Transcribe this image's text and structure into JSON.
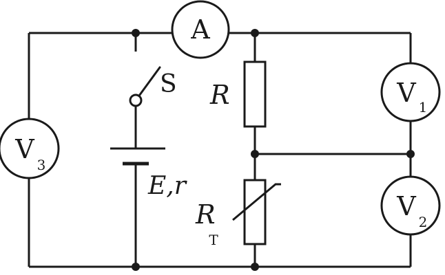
{
  "labels": {
    "ammeter": "A",
    "voltmeter_letter": "V",
    "v1_sub": "1",
    "v2_sub": "2",
    "v3_sub": "3",
    "switch": "S",
    "resistor": "R",
    "thermistor_letter": "R",
    "thermistor_sub": "T",
    "emf": "E,r"
  },
  "colors": {
    "stroke": "#1a1a1a",
    "background": "#ffffff"
  }
}
